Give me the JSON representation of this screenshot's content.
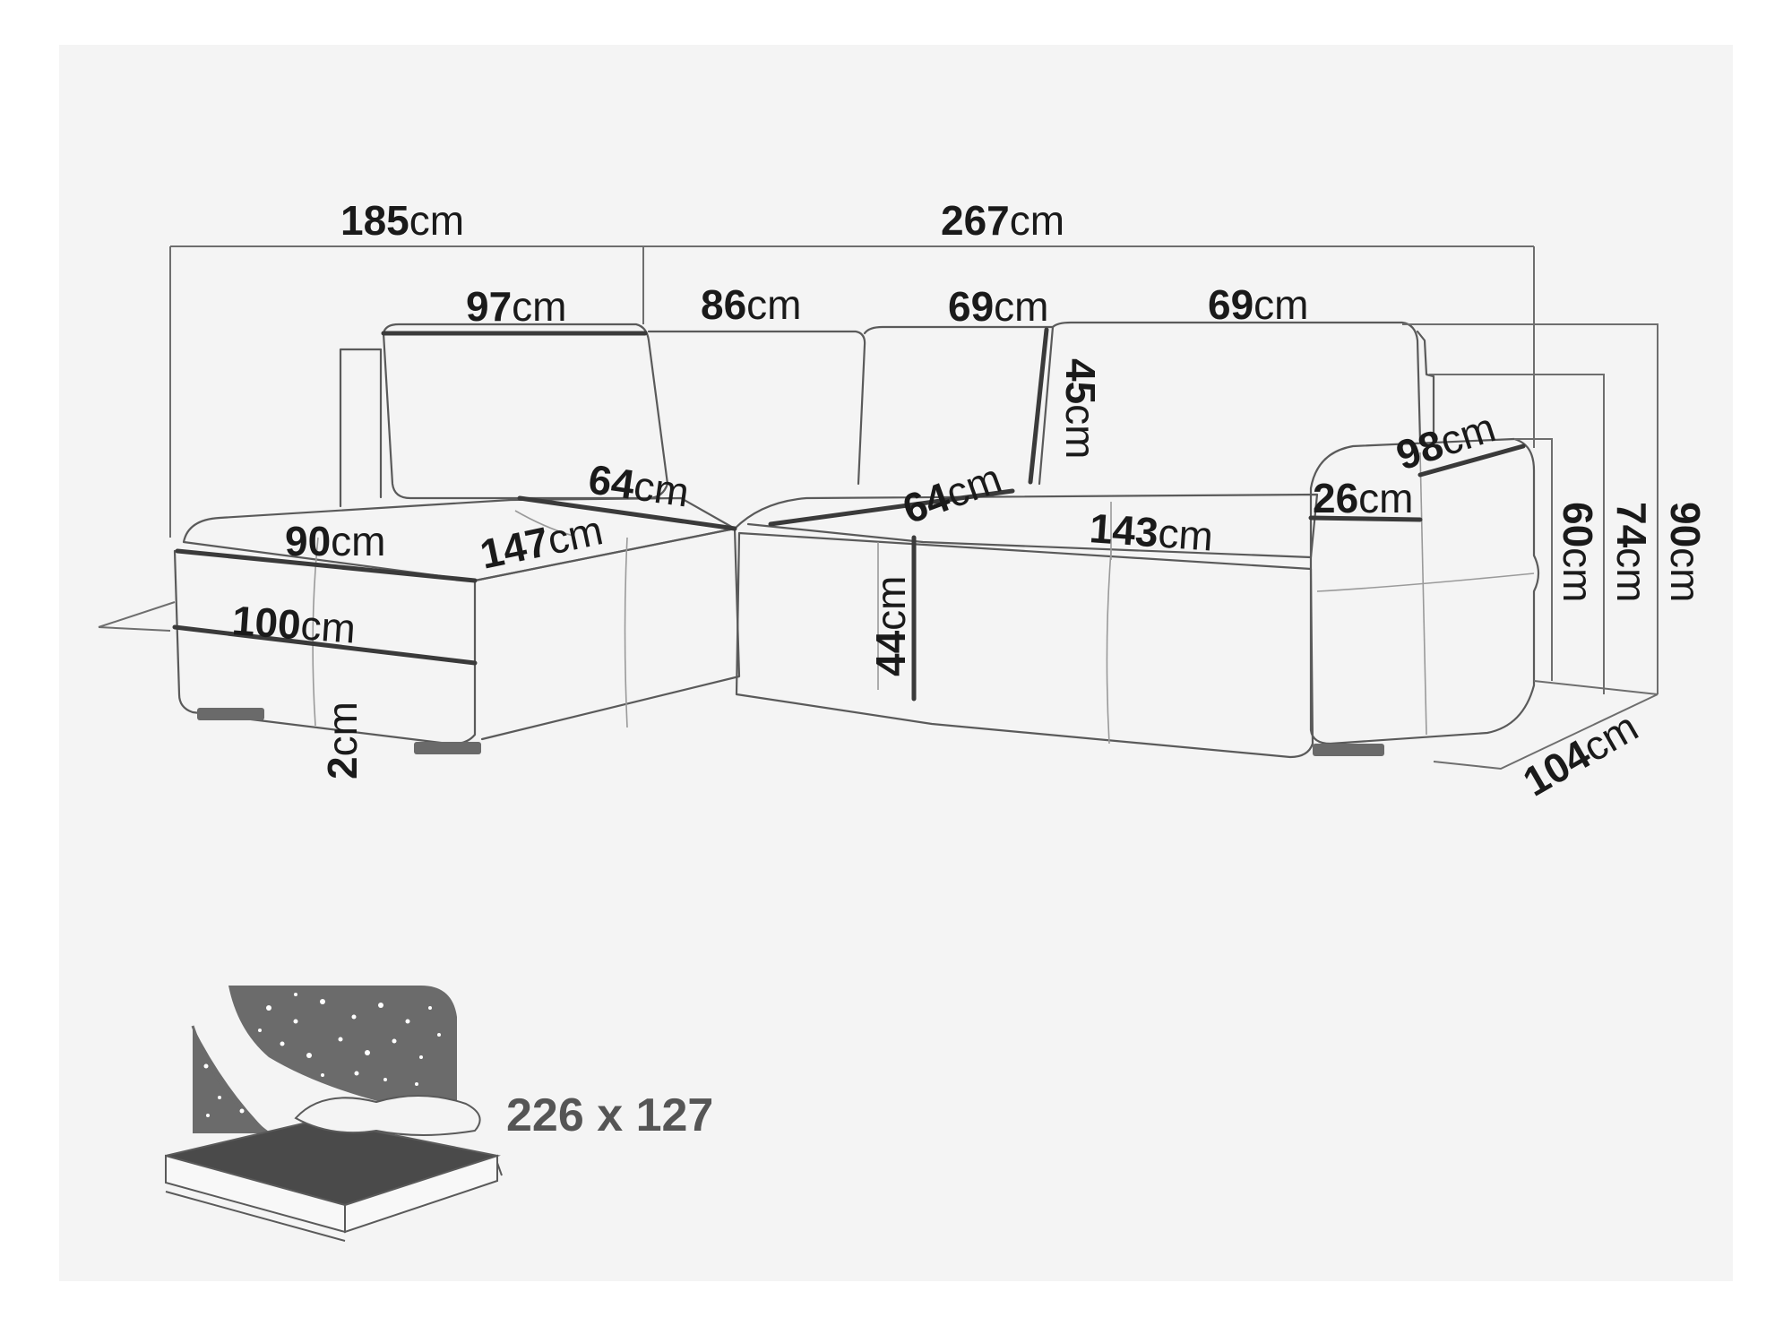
{
  "dimensions": [
    {
      "id": "width_chaise",
      "value": "185",
      "unit": "cm"
    },
    {
      "id": "width_total",
      "value": "267",
      "unit": "cm"
    },
    {
      "id": "back_left",
      "value": "97",
      "unit": "cm"
    },
    {
      "id": "back_corner",
      "value": "86",
      "unit": "cm"
    },
    {
      "id": "back_mid",
      "value": "69",
      "unit": "cm"
    },
    {
      "id": "back_right",
      "value": "69",
      "unit": "cm"
    },
    {
      "id": "backrest_height",
      "value": "45",
      "unit": "cm"
    },
    {
      "id": "armrest_length",
      "value": "98",
      "unit": "cm"
    },
    {
      "id": "armrest_width",
      "value": "26",
      "unit": "cm"
    },
    {
      "id": "seat_depth_corner",
      "value": "64",
      "unit": "cm"
    },
    {
      "id": "seat_depth_mid",
      "value": "64",
      "unit": "cm"
    },
    {
      "id": "chaise_seat_width",
      "value": "90",
      "unit": "cm"
    },
    {
      "id": "chaise_seat_length",
      "value": "147",
      "unit": "cm"
    },
    {
      "id": "seat_width",
      "value": "143",
      "unit": "cm"
    },
    {
      "id": "chaise_width",
      "value": "100",
      "unit": "cm"
    },
    {
      "id": "seat_height",
      "value": "44",
      "unit": "cm"
    },
    {
      "id": "leg_height",
      "value": "2",
      "unit": "cm"
    },
    {
      "id": "arm_height",
      "value": "60",
      "unit": "cm"
    },
    {
      "id": "back_height",
      "value": "74",
      "unit": "cm"
    },
    {
      "id": "total_height",
      "value": "90",
      "unit": "cm"
    },
    {
      "id": "depth",
      "value": "104",
      "unit": "cm"
    }
  ],
  "bed": {
    "size": "226 x 127",
    "icon": "bed-night-icon"
  },
  "colors": {
    "outline": "#5a5a5a",
    "background": "#f4f4f4",
    "bed_icon": "#6b6b6b"
  }
}
